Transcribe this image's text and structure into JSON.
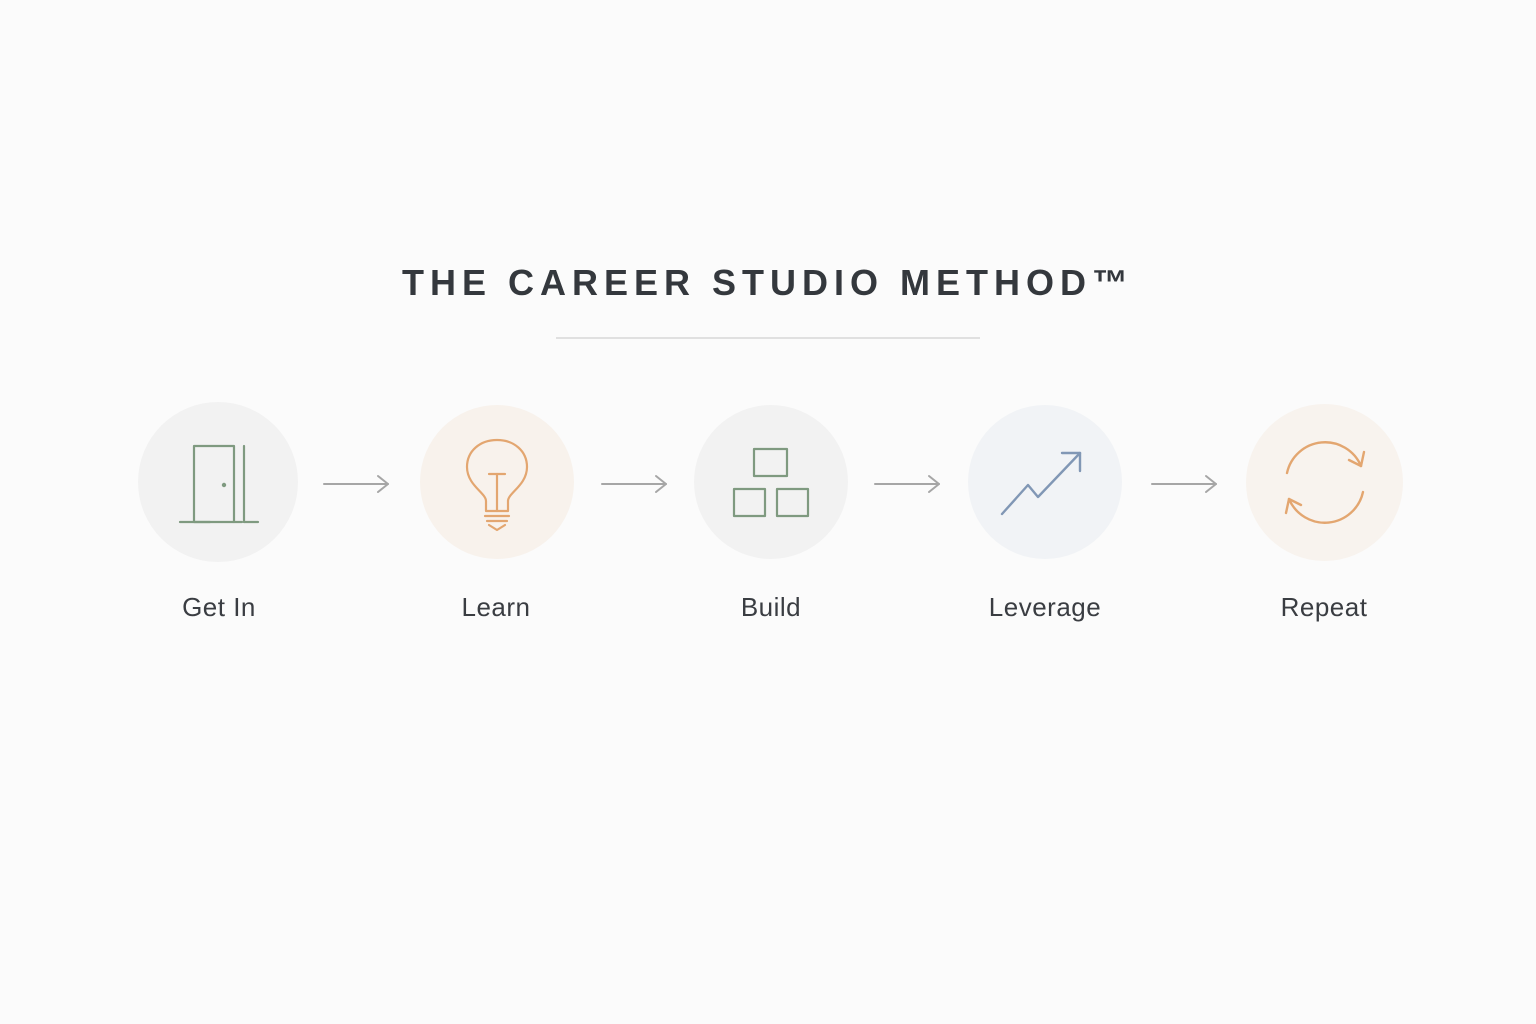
{
  "title": "THE CAREER STUDIO METHOD™",
  "colors": {
    "green": "#7f9a80",
    "orange": "#e3a670",
    "blue": "#8197b5",
    "arrow": "#a6a6a6"
  },
  "steps": [
    {
      "label": "Get In",
      "icon": "door-icon"
    },
    {
      "label": "Learn",
      "icon": "lightbulb-icon"
    },
    {
      "label": "Build",
      "icon": "blocks-icon"
    },
    {
      "label": "Leverage",
      "icon": "trend-up-icon"
    },
    {
      "label": "Repeat",
      "icon": "cycle-icon"
    }
  ]
}
